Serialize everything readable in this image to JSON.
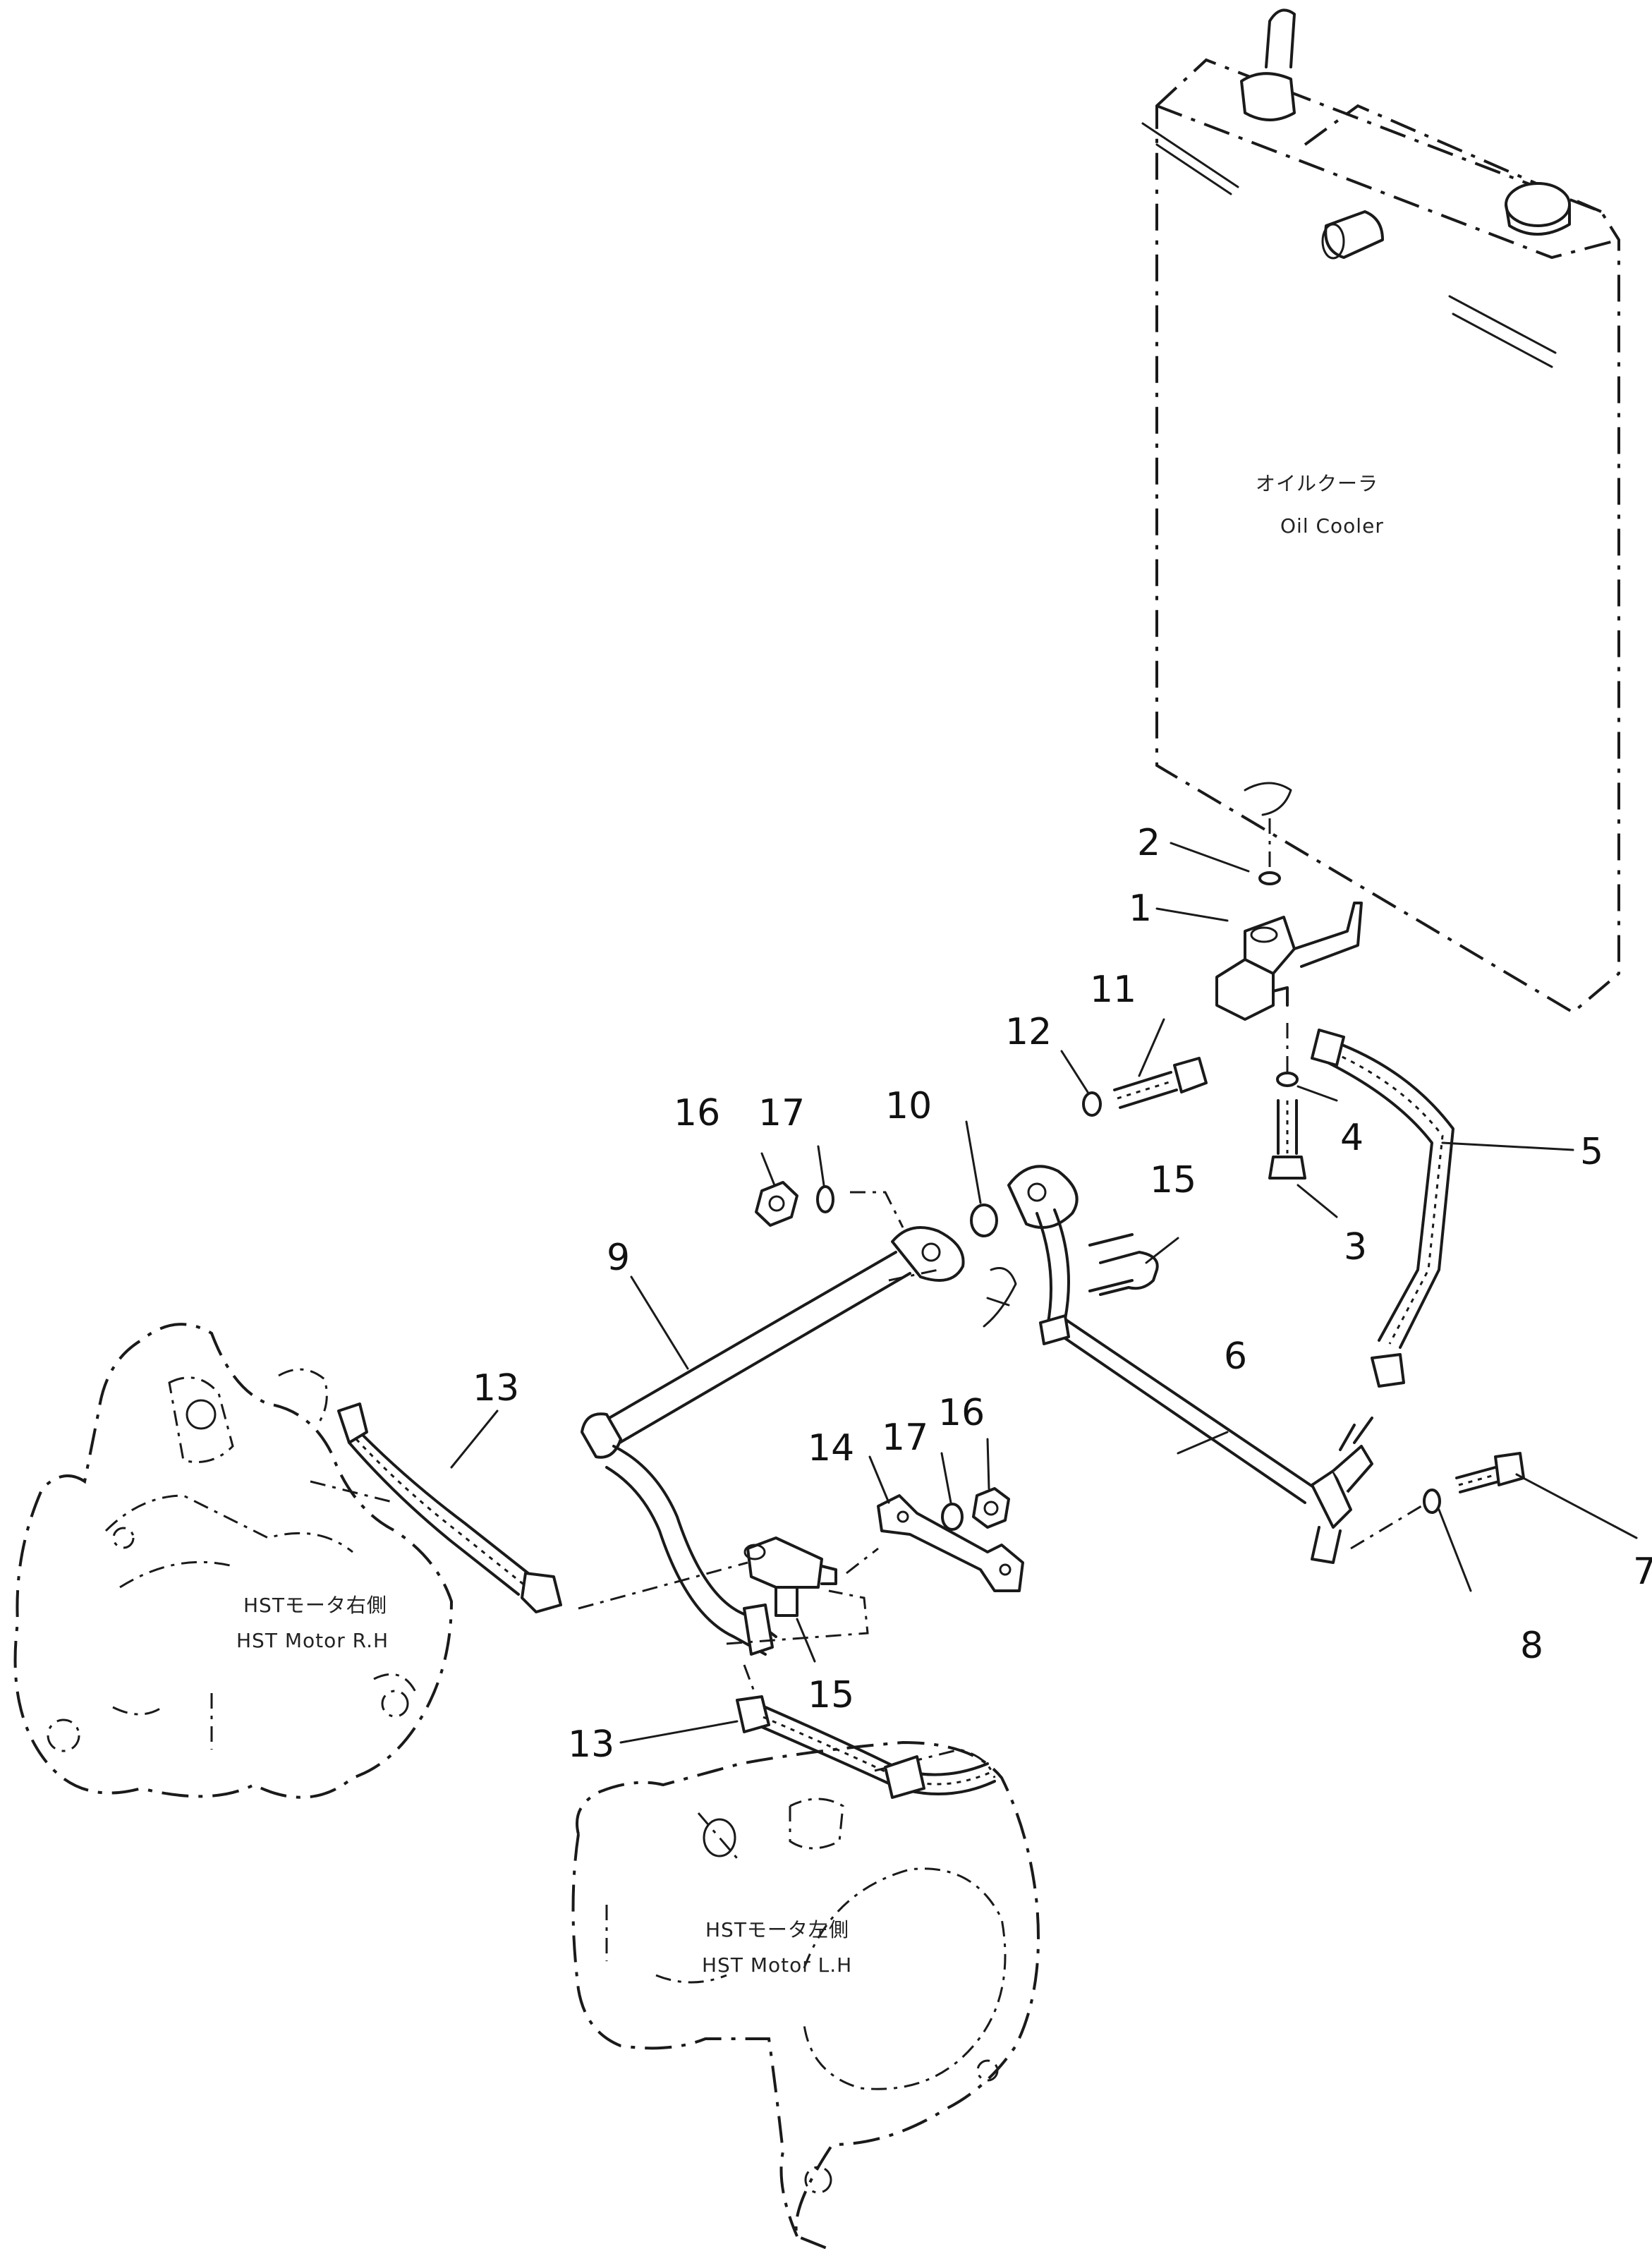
{
  "oil_cooler": {
    "label_jp": "オイルクーラ",
    "label_en": "Oil Cooler"
  },
  "motor_rh": {
    "label_jp": "HSTモータ右側",
    "label_en": "HST Motor R.H"
  },
  "motor_lh": {
    "label_jp": "HSTモータ左側",
    "label_en": "HST Motor L.H"
  },
  "callouts": {
    "c1": "1",
    "c2": "2",
    "c3": "3",
    "c4": "4",
    "c5": "5",
    "c6": "6",
    "c7": "7",
    "c8": "8",
    "c9": "9",
    "c10": "10",
    "c11": "11",
    "c12": "12",
    "c13a": "13",
    "c13b": "13",
    "c14": "14",
    "c15a": "15",
    "c15b": "15",
    "c16a": "16",
    "c16b": "16",
    "c17a": "17",
    "c17b": "17"
  }
}
